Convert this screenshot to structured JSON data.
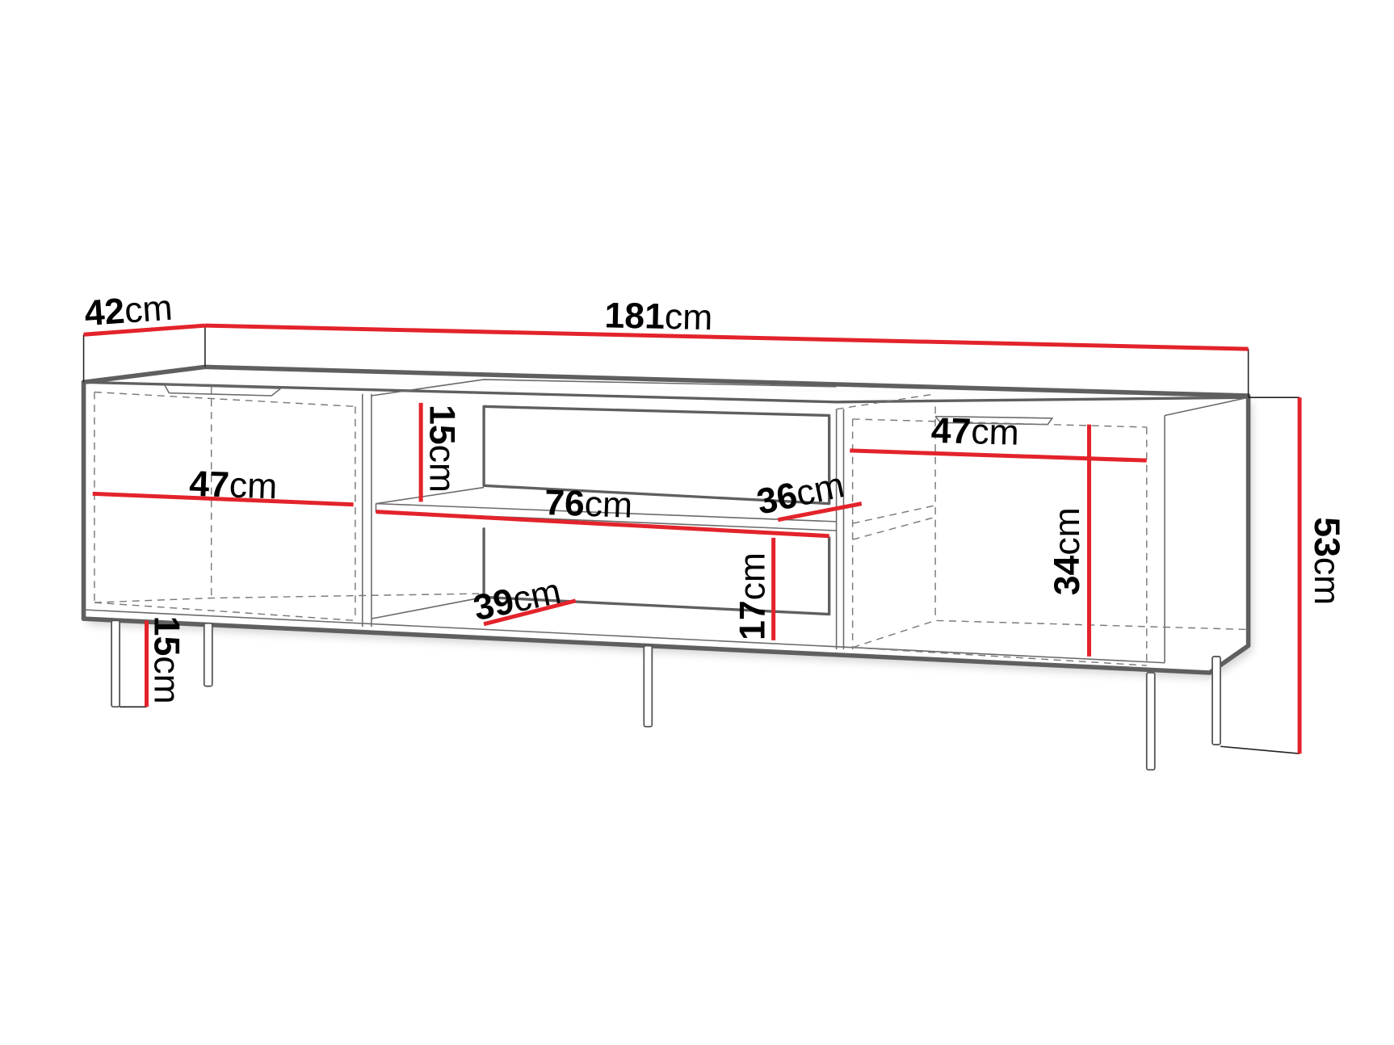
{
  "diagram": {
    "subject": "TV cabinet dimension drawing",
    "colors": {
      "dimension_line": "#e3232b",
      "outline": "#5f5f5f",
      "hidden_line": "#7a7a7a",
      "text": "#000000",
      "background": "#ffffff"
    },
    "dimensions": {
      "depth": {
        "value": "42",
        "unit": "cm"
      },
      "width": {
        "value": "181",
        "unit": "cm"
      },
      "left_compartment_width": {
        "value": "47",
        "unit": "cm"
      },
      "upper_open_shelf_height": {
        "value": "15",
        "unit": "cm"
      },
      "center_shelf_width": {
        "value": "76",
        "unit": "cm"
      },
      "center_shelf_depth": {
        "value": "36",
        "unit": "cm"
      },
      "bottom_depth": {
        "value": "39",
        "unit": "cm"
      },
      "lower_open_shelf_height": {
        "value": "17",
        "unit": "cm"
      },
      "right_compartment_width": {
        "value": "47",
        "unit": "cm"
      },
      "right_compartment_height": {
        "value": "34",
        "unit": "cm"
      },
      "total_height": {
        "value": "53",
        "unit": "cm"
      },
      "leg_height": {
        "value": "15",
        "unit": "cm"
      }
    }
  }
}
